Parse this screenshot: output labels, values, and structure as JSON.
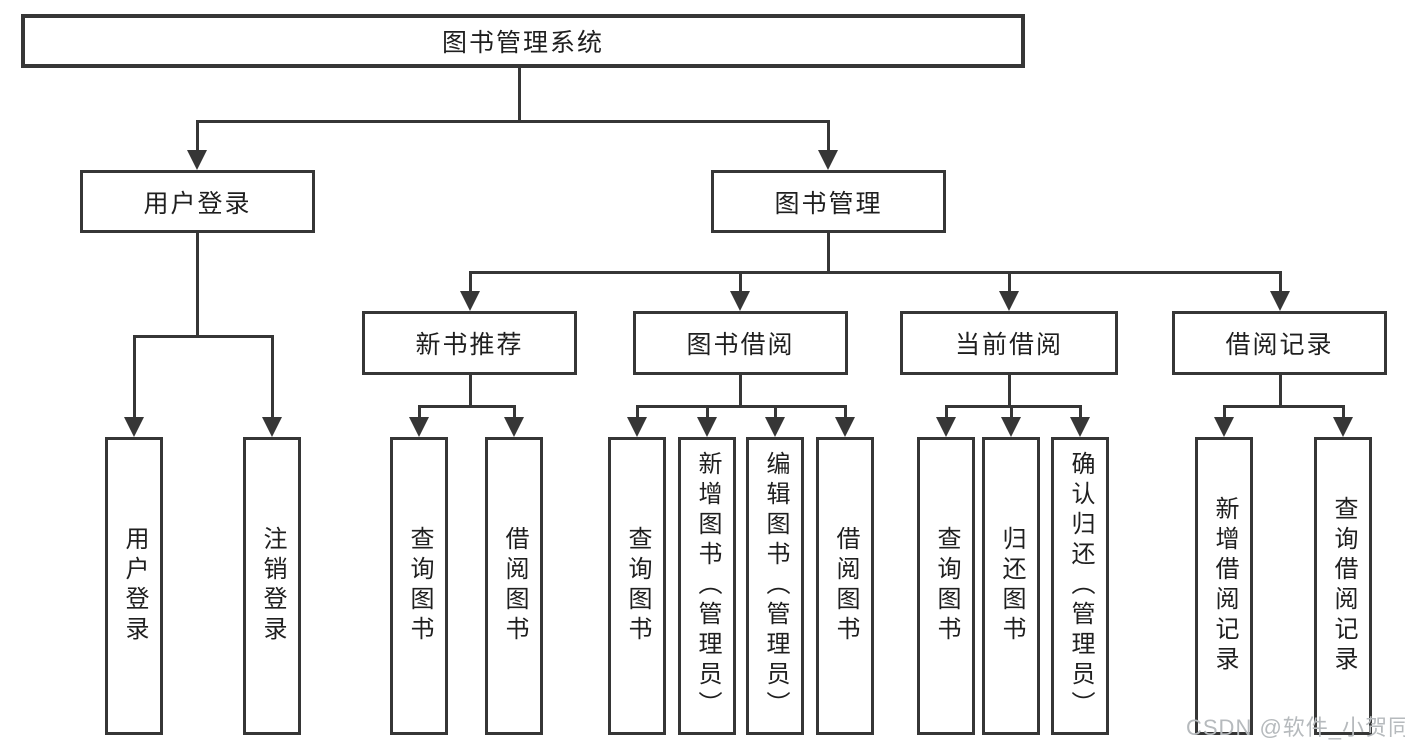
{
  "diagram": {
    "root": {
      "label": "图书管理系统"
    },
    "branches": [
      {
        "label": "用户登录",
        "children": [
          {
            "label": "用户登录"
          },
          {
            "label": "注销登录"
          }
        ]
      },
      {
        "label": "图书管理",
        "children": [
          {
            "label": "新书推荐",
            "children": [
              {
                "label": "查询图书"
              },
              {
                "label": "借阅图书"
              }
            ]
          },
          {
            "label": "图书借阅",
            "children": [
              {
                "label": "查询图书"
              },
              {
                "label": "新增图书（管理员）"
              },
              {
                "label": "编辑图书（管理员）"
              },
              {
                "label": "借阅图书"
              }
            ]
          },
          {
            "label": "当前借阅",
            "children": [
              {
                "label": "查询图书"
              },
              {
                "label": "归还图书"
              },
              {
                "label": "确认归还（管理员）"
              }
            ]
          },
          {
            "label": "借阅记录",
            "children": [
              {
                "label": "新增借阅记录"
              },
              {
                "label": "查询借阅记录"
              }
            ]
          }
        ]
      }
    ]
  },
  "watermark": {
    "text": "CSDN @软件_小贺同学"
  },
  "colors": {
    "line": "#363636",
    "text": "#1f1f1f",
    "watermark": "#b6babd",
    "background": "#ffffff"
  }
}
